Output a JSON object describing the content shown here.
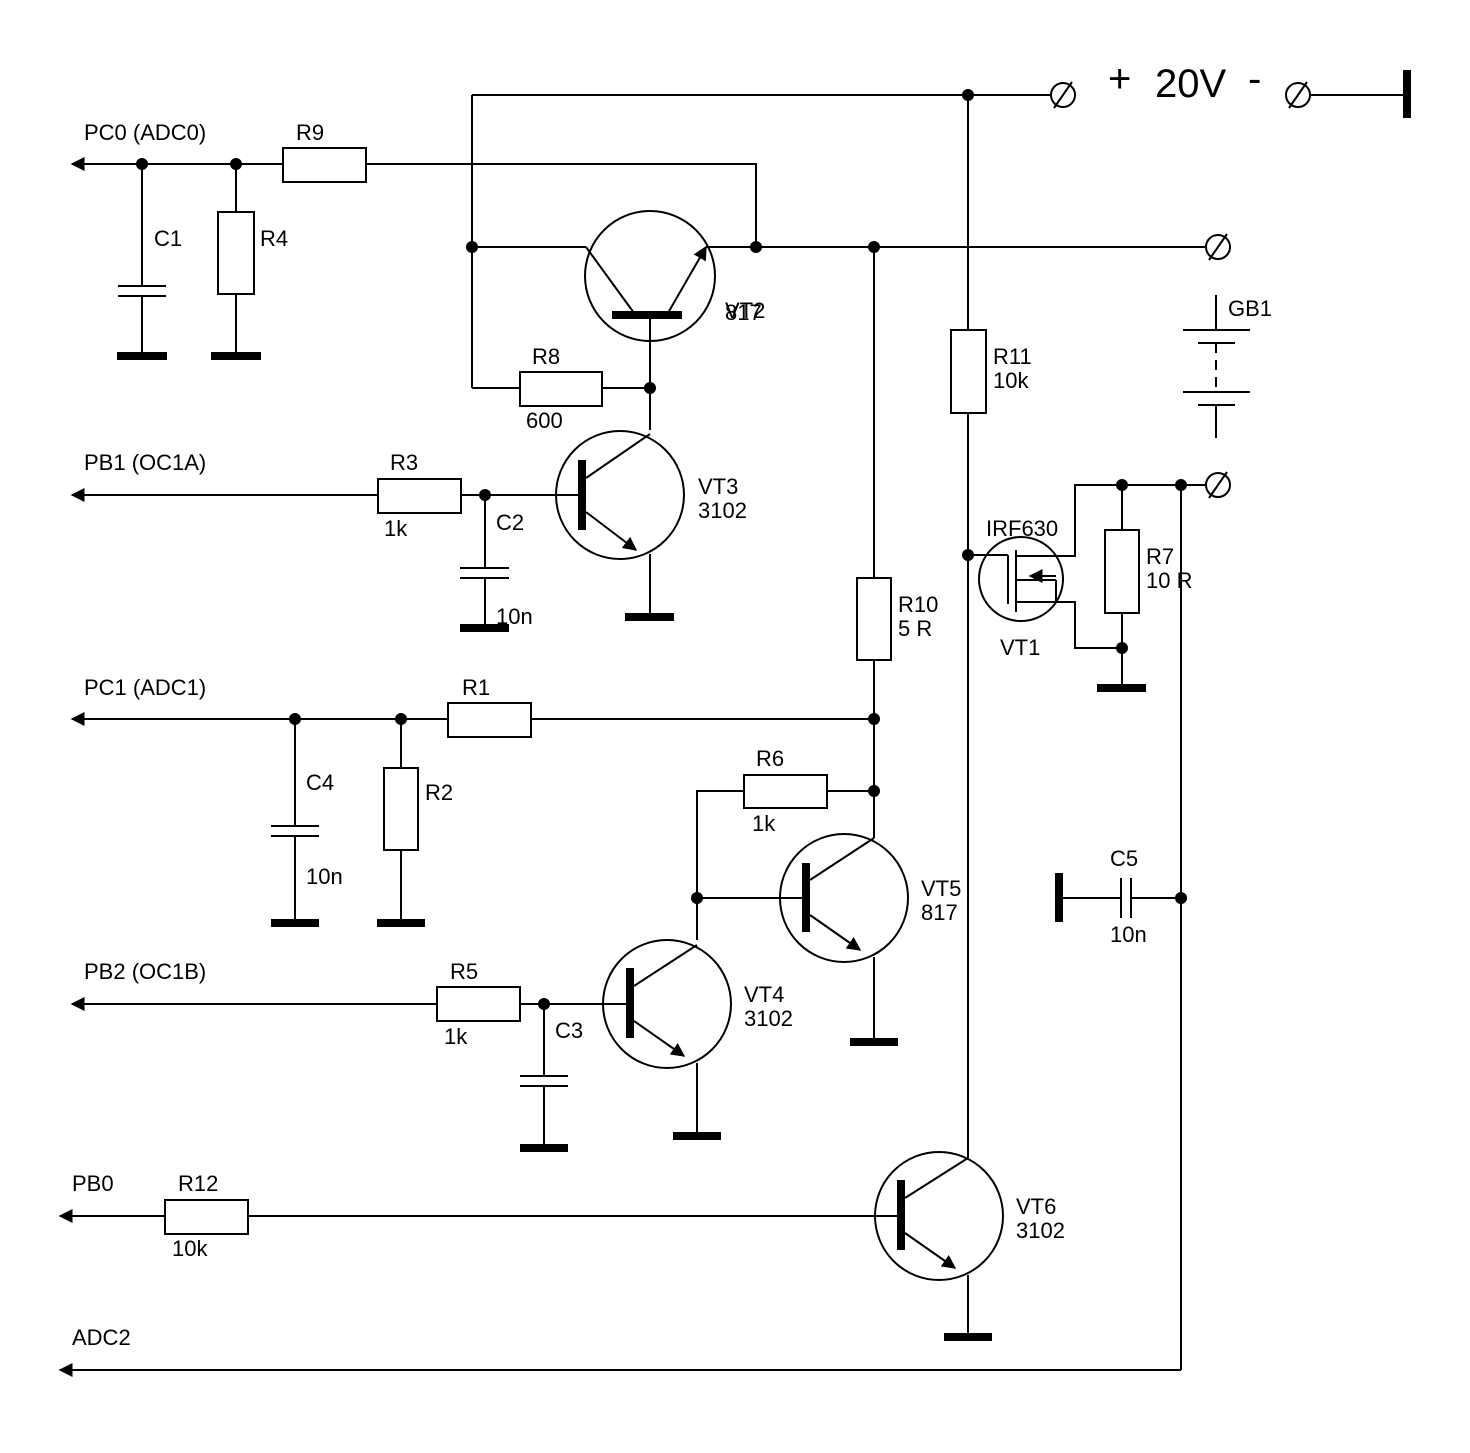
{
  "power": {
    "plus": "+",
    "voltage": "20V",
    "minus": "-"
  },
  "ports": {
    "pc0": "PC0 (ADC0)",
    "pb1": "PB1 (OC1A)",
    "pc1": "PC1 (ADC1)",
    "pb2": "PB2 (OC1B)",
    "pb0": "PB0",
    "adc2": "ADC2"
  },
  "components": {
    "r9": {
      "name": "R9"
    },
    "r4": {
      "name": "R4"
    },
    "c1": {
      "name": "C1"
    },
    "r8": {
      "name": "R8",
      "value": "600"
    },
    "r3": {
      "name": "R3",
      "value": "1k"
    },
    "c2": {
      "name": "C2",
      "value": "10n"
    },
    "r1": {
      "name": "R1"
    },
    "r2": {
      "name": "R2"
    },
    "c4": {
      "name": "C4",
      "value": "10n"
    },
    "r6": {
      "name": "R6",
      "value": "1k"
    },
    "r5": {
      "name": "R5",
      "value": "1k"
    },
    "c3": {
      "name": "C3"
    },
    "r12": {
      "name": "R12",
      "value": "10k"
    },
    "r10": {
      "name": "R10",
      "value": "5 R"
    },
    "r11": {
      "name": "R11",
      "value": "10k"
    },
    "r7": {
      "name": "R7",
      "value": "10 R"
    },
    "c5": {
      "name": "C5",
      "value": "10n"
    },
    "gb1": {
      "name": "GB1"
    },
    "vt1": {
      "name": "VT1",
      "type": "IRF630"
    },
    "vt2": {
      "name": "VT2",
      "type": "817"
    },
    "vt3": {
      "name": "VT3",
      "type": "3102"
    },
    "vt4": {
      "name": "VT4",
      "type": "3102"
    },
    "vt5": {
      "name": "VT5",
      "type": "817"
    },
    "vt6": {
      "name": "VT6",
      "type": "3102"
    }
  }
}
